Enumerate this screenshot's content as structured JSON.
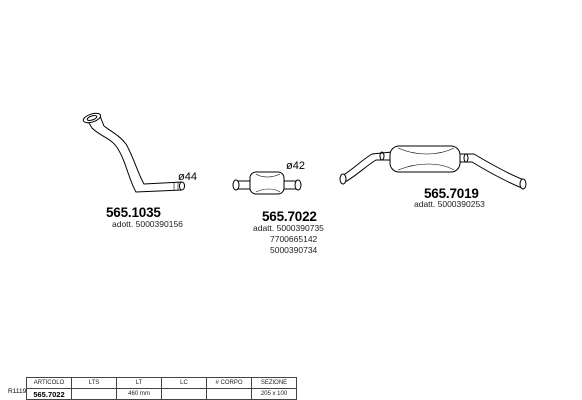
{
  "parts": [
    {
      "code": "565.1035",
      "diameter": "ø44",
      "notes": [
        "adott. 5000390156"
      ]
    },
    {
      "code": "565.7022",
      "diameter": "ø42",
      "notes": [
        "adatt. 5000390735",
        "7700665142",
        "5000390734"
      ]
    },
    {
      "code": "565.7019",
      "diameter": "",
      "notes": [
        "adatt. 5000390253"
      ]
    }
  ],
  "table": {
    "ref": "R1119",
    "headers": [
      "ARTICOLO",
      "LTS",
      "LT",
      "LC",
      "# CORPO",
      "SEZIONE"
    ],
    "row": [
      "565.7022",
      "",
      "460 mm",
      "",
      "",
      "205 x 100"
    ]
  }
}
